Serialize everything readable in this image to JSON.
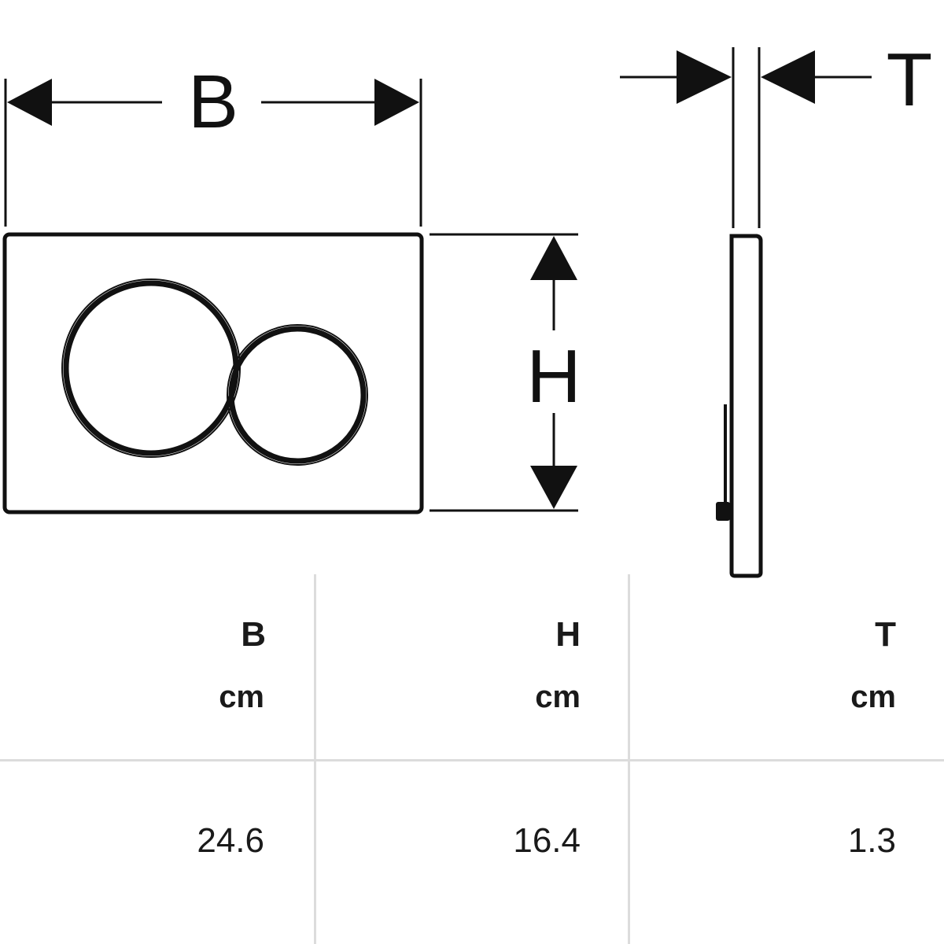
{
  "diagram": {
    "width_label": "B",
    "height_label": "H",
    "thickness_label": "T"
  },
  "specs": {
    "columns": [
      {
        "header": "B",
        "unit": "cm",
        "value": "24.6"
      },
      {
        "header": "H",
        "unit": "cm",
        "value": "16.4"
      },
      {
        "header": "T",
        "unit": "cm",
        "value": "1.3"
      }
    ]
  },
  "colors": {
    "line": "#111111",
    "grid": "#dcdcdc"
  }
}
